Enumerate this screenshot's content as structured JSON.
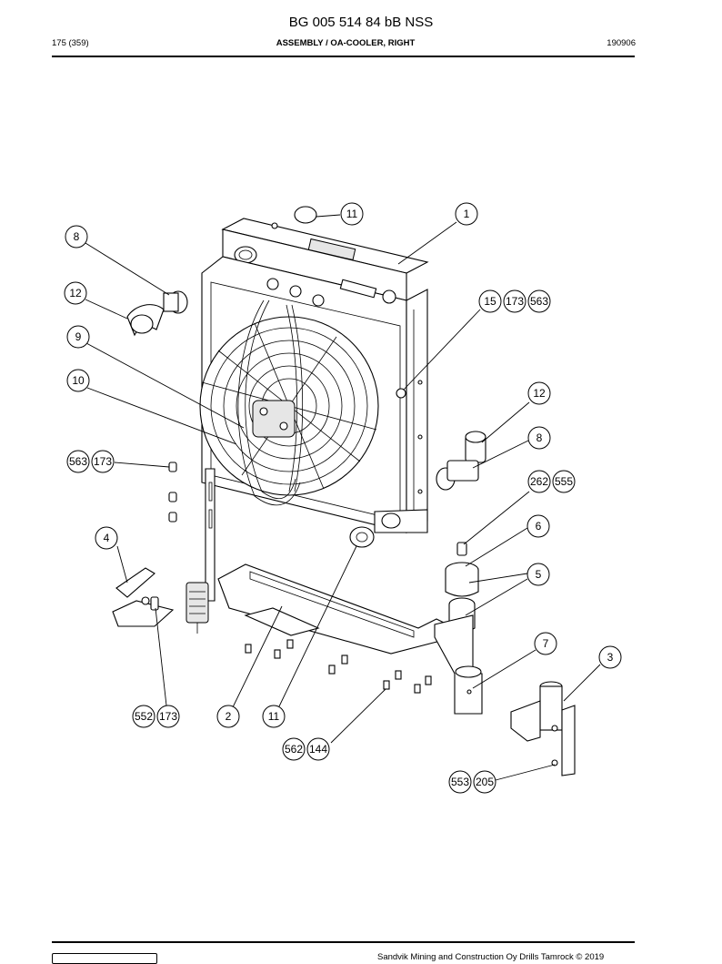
{
  "header": {
    "title": "BG 005 514 84 bB NSS",
    "page": "175 (359)",
    "section": "ASSEMBLY / OA-COOLER, RIGHT",
    "date": "190906"
  },
  "footer": {
    "copyright": "Sandvik Mining and Construction Oy Drills Tamrock © 2019"
  },
  "callouts": [
    {
      "id": "c11a",
      "labels": [
        "11"
      ]
    },
    {
      "id": "c1",
      "labels": [
        "1"
      ]
    },
    {
      "id": "c8a",
      "labels": [
        "8"
      ]
    },
    {
      "id": "c12a",
      "labels": [
        "12"
      ]
    },
    {
      "id": "c15",
      "labels": [
        "15",
        "173",
        "563"
      ]
    },
    {
      "id": "c9",
      "labels": [
        "9"
      ]
    },
    {
      "id": "c10",
      "labels": [
        "10"
      ]
    },
    {
      "id": "c12b",
      "labels": [
        "12"
      ]
    },
    {
      "id": "c8b",
      "labels": [
        "8"
      ]
    },
    {
      "id": "c563",
      "labels": [
        "563",
        "173"
      ]
    },
    {
      "id": "c262",
      "labels": [
        "262",
        "555"
      ]
    },
    {
      "id": "c6",
      "labels": [
        "6"
      ]
    },
    {
      "id": "c4",
      "labels": [
        "4"
      ]
    },
    {
      "id": "c5",
      "labels": [
        "5"
      ]
    },
    {
      "id": "c7",
      "labels": [
        "7"
      ]
    },
    {
      "id": "c3",
      "labels": [
        "3"
      ]
    },
    {
      "id": "c552",
      "labels": [
        "552",
        "173"
      ]
    },
    {
      "id": "c2",
      "labels": [
        "2"
      ]
    },
    {
      "id": "c11b",
      "labels": [
        "11"
      ]
    },
    {
      "id": "c562",
      "labels": [
        "562",
        "144"
      ]
    },
    {
      "id": "c553",
      "labels": [
        "553",
        "205"
      ]
    }
  ]
}
